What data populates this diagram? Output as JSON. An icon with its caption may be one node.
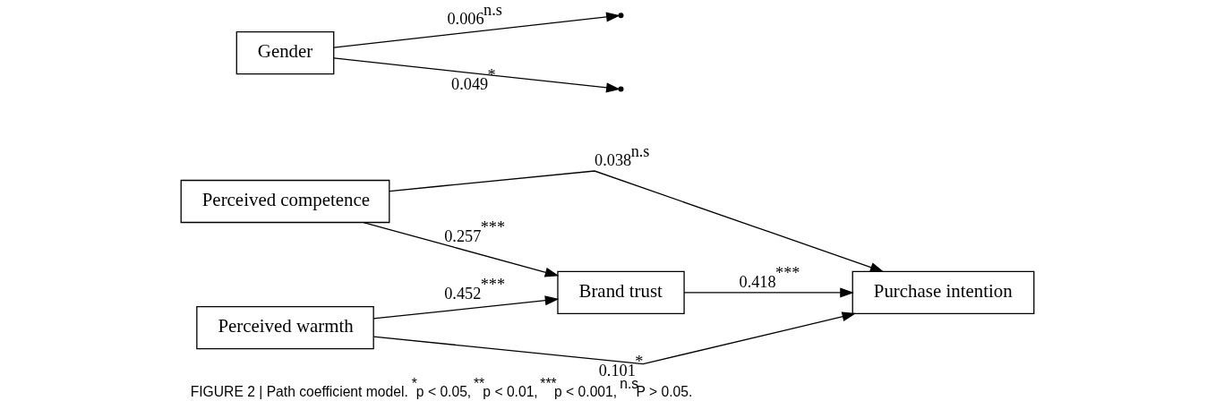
{
  "diagram": {
    "caption": "FIGURE 2 | Path coefficient model. $^{*}$p < 0.05, $^{**}$p < 0.01, $^{***}$p < 0.001, $^{n.s}$P > 0.05.",
    "nodes": [
      {
        "text": [
          "Perceived competence"
        ]
      },
      {
        "text": [
          "Gender"
        ]
      },
      {
        "text": [
          "Brand trust"
        ]
      },
      {
        "text": [
          "Purchase intention"
        ]
      },
      {
        "text": [
          "Perceived warmth"
        ]
      }
    ],
    "edges": [
      {
        "from": 0,
        "to": 2,
        "arrow": "to",
        "label": "0.257$^{***}$"
      },
      {
        "from": 0,
        "to": 3,
        "arrow": "to",
        "label": "0.038$^{n.s}$"
      },
      {
        "from": 1,
        "to": null,
        "arrow": "to",
        "label": "0.006$^{n.s}$"
      },
      {
        "from": 1,
        "to": null,
        "arrow": "to",
        "label": "0.049$^{*}$"
      },
      {
        "from": 2,
        "to": 3,
        "arrow": "to",
        "label": "0.418$^{***}$"
      },
      {
        "from": 4,
        "to": 2,
        "arrow": "to",
        "label": "0.452$^{***}$"
      },
      {
        "from": 4,
        "to": 3,
        "arrow": "to",
        "label": "0.101$^{*}$"
      }
    ]
  }
}
